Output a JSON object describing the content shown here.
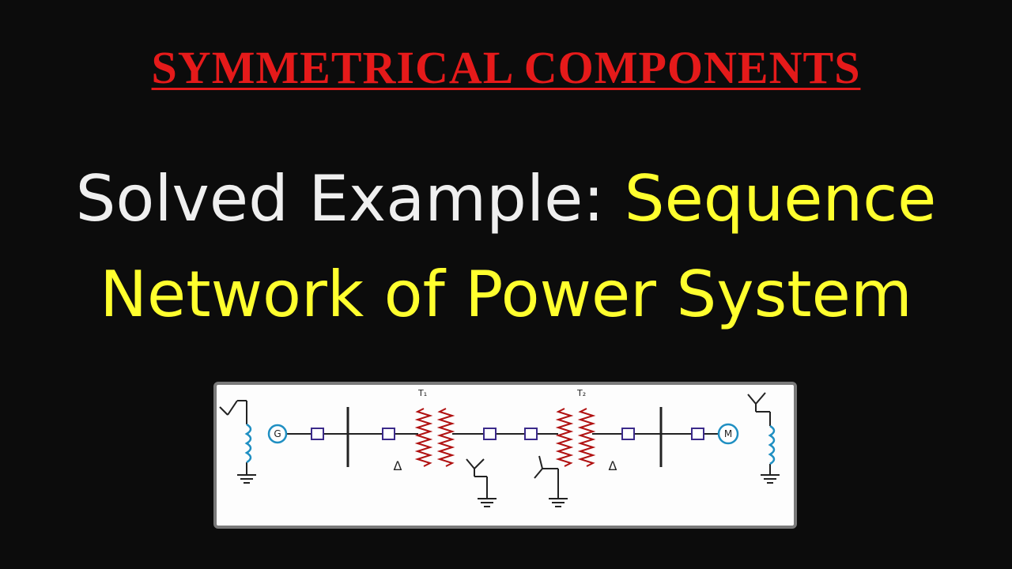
{
  "heading": "SYMMETRICAL COMPONENTS",
  "title": {
    "line1_white": "Solved Example:",
    "line1_yellow": "Sequence",
    "line2_yellow": "Network of Power System"
  },
  "diagram": {
    "generator_label": "G",
    "motor_label": "M",
    "transformer1_label": "T₁",
    "transformer2_label": "T₂",
    "delta_symbol": "Δ"
  },
  "colors": {
    "heading": "#e51a1a",
    "white_text": "#efefef",
    "yellow_text": "#ffff2e",
    "winding": "#b01010",
    "coil": "#1f8fc2",
    "breaker": "#3b2a8a"
  }
}
